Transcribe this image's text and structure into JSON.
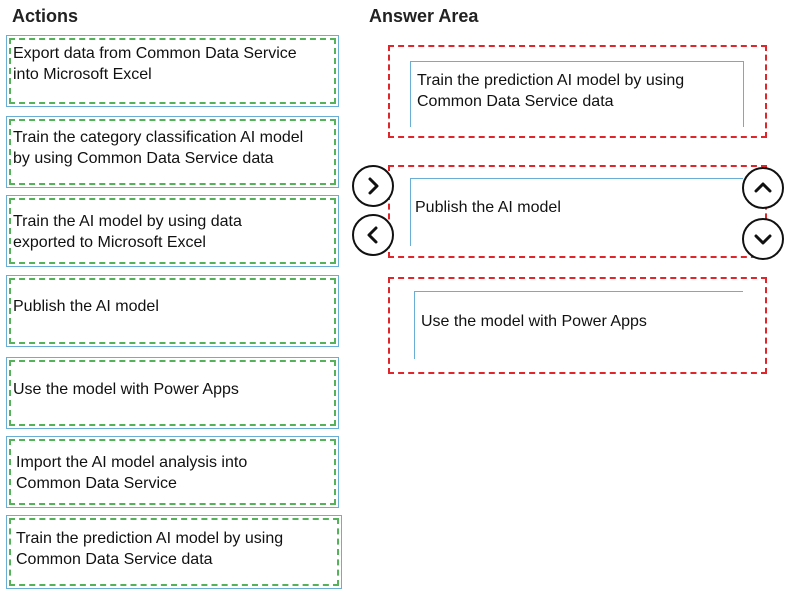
{
  "headings": {
    "actions": "Actions",
    "answer_area": "Answer Area"
  },
  "actions": [
    {
      "line1": "Export data from Common Data Service",
      "line2": "into Microsoft Excel"
    },
    {
      "line1": "Train the category classification AI model",
      "line2": "by using Common Data Service data"
    },
    {
      "line1": "Train the AI model by using data",
      "line2": "exported to Microsoft Excel"
    },
    {
      "line1": "Publish the AI model",
      "line2": ""
    },
    {
      "line1": "Use the model with Power Apps",
      "line2": ""
    },
    {
      "line1": "Import the AI model analysis into",
      "line2": "Common Data Service"
    },
    {
      "line1": "Train the prediction AI model by using",
      "line2": "Common Data Service data"
    }
  ],
  "answers": [
    {
      "line1": "Train the prediction AI model by using",
      "line2": "Common Data Service data"
    },
    {
      "line1": "Publish the AI model",
      "line2": ""
    },
    {
      "line1": "Use the model with Power Apps",
      "line2": ""
    }
  ],
  "controls": {
    "move_right": "chevron-right-icon",
    "move_left": "chevron-left-icon",
    "move_up": "chevron-up-icon",
    "move_down": "chevron-down-icon"
  },
  "colors": {
    "card_border": "#6aaed6",
    "card_dash": "#55b15a",
    "drop_zone_dash": "#e0262b"
  }
}
